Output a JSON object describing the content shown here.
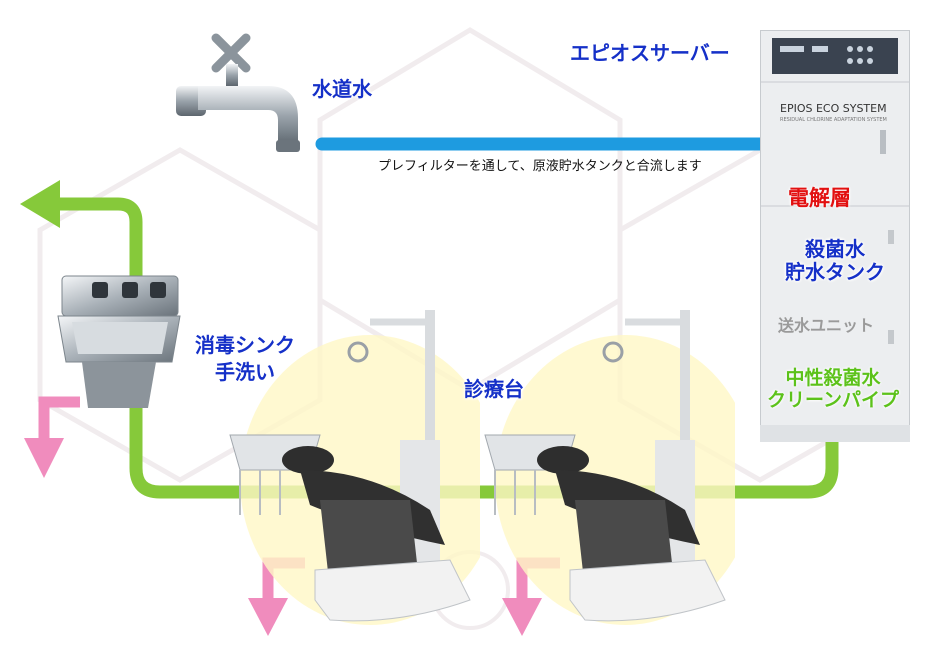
{
  "labels": {
    "server": "エピオスサーバー",
    "tap_water": "水道水",
    "prefilter_note": "プレフィルターを通して、原液貯水タンクと合流します",
    "electrolysis": "電解層",
    "tank_line1": "殺菌水",
    "tank_line2": "貯水タンク",
    "feed_unit": "送水ユニット",
    "pipe_line1": "中性殺菌水",
    "pipe_line2": "クリーンパイプ",
    "sink_line1": "消毒シンク",
    "sink_line2": "手洗い",
    "chair": "診療台",
    "cabinet_brand": "EPIOS ECO SYSTEM",
    "cabinet_sub": "RESIDUAL CHLORINE ADAPTATION SYSTEM"
  },
  "colors": {
    "tap_pipe": "#1e9be0",
    "clean_pipe": "#86c93a",
    "drain_arrow": "#f08cbd",
    "electrolysis_text": "#e21010",
    "label_blue": "#1530c8"
  },
  "icons": [
    "faucet-icon",
    "server-cabinet-icon",
    "sink-icon",
    "dental-chair-icon",
    "drain-arrow-icon"
  ]
}
